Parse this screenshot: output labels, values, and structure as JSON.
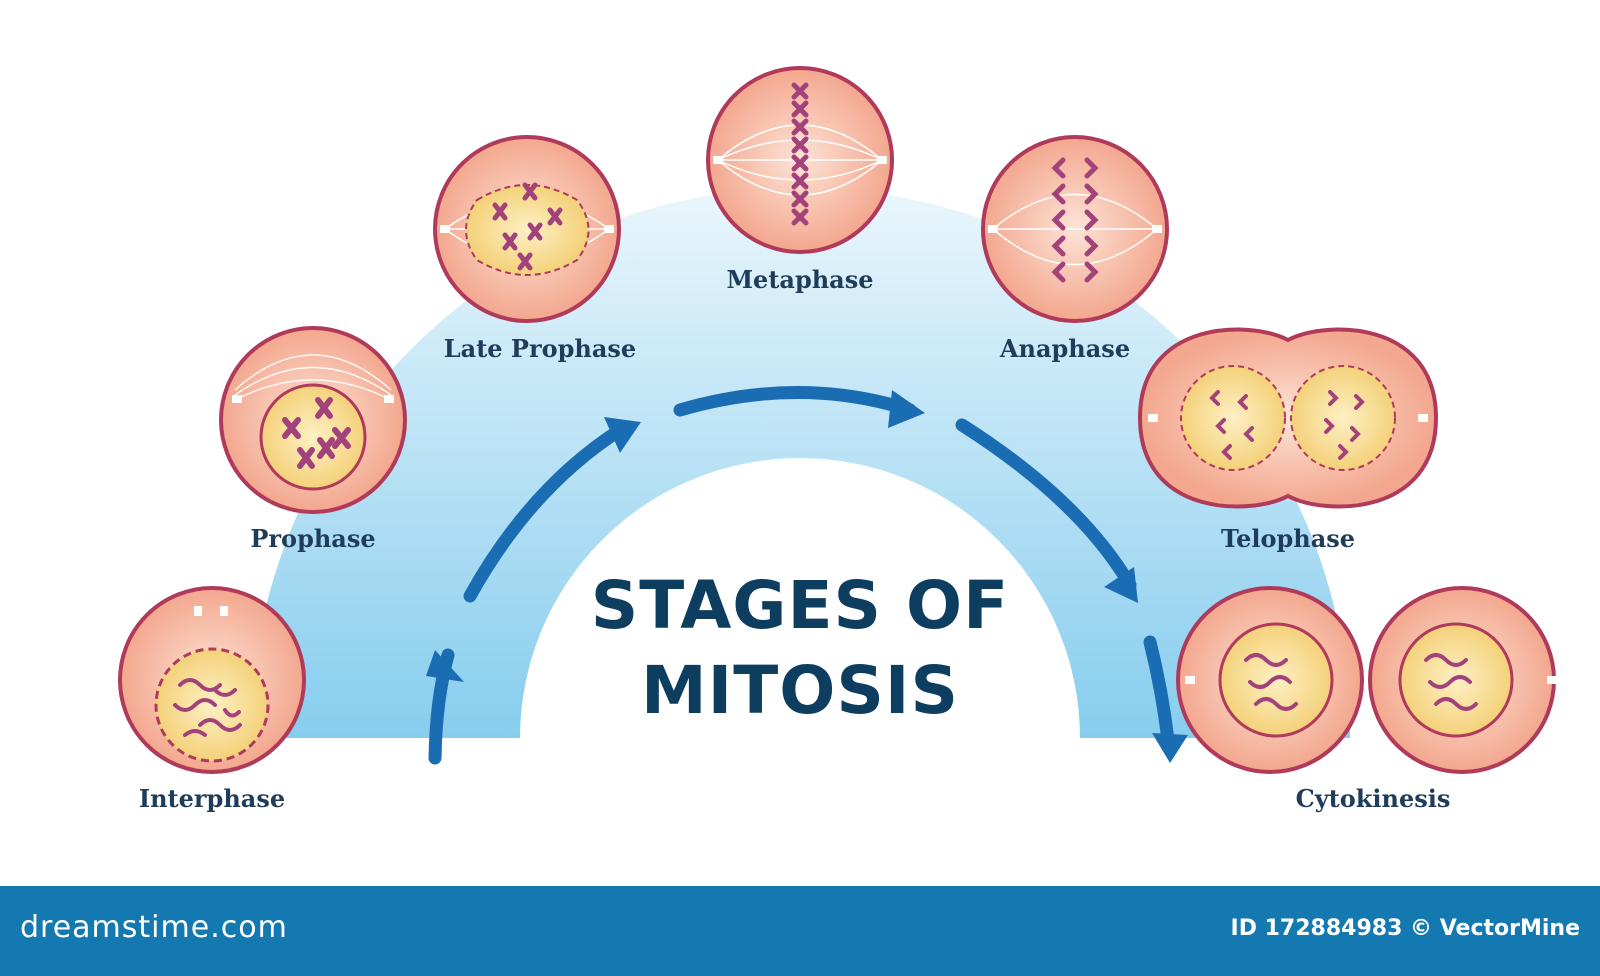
{
  "title": {
    "line1": "STAGES OF",
    "line2": "MITOSIS"
  },
  "stages": {
    "interphase": "Interphase",
    "prophase": "Prophase",
    "late_prophase": "Late Prophase",
    "metaphase": "Metaphase",
    "anaphase": "Anaphase",
    "telophase": "Telophase",
    "cytokinesis": "Cytokinesis"
  },
  "footer": {
    "site": "dreamstime.com",
    "credit": "ID 172884983 © VectorMine"
  },
  "colors": {
    "arc_light": "#eaf6fc",
    "arc_dark": "#87cdee",
    "arrow": "#1b6db3",
    "cell_fill": "#f6b8a4",
    "cell_outline": "#b03a5a",
    "nucleus_fill": "#f9df8e",
    "chromosome": "#a3427a",
    "label": "#1f3d5a",
    "title": "#0d3d5f",
    "footer_bg": "#1479b0"
  }
}
